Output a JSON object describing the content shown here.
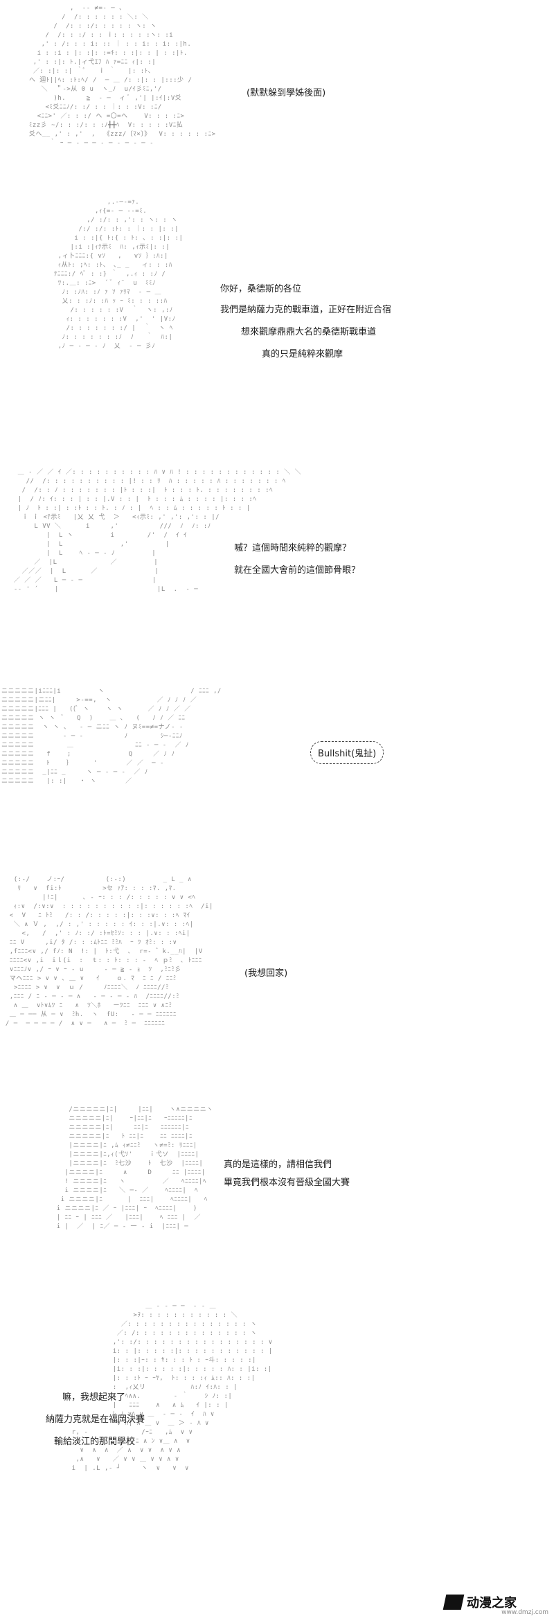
{
  "panels": [
    {
      "lines": [
        "(默默躲到學姊後面)"
      ],
      "art": [
        "            ,  -‐ ≠=‐ ─ 、",
        "          /  /: : : : : : ＼: ＼",
        "        /  /: : :/: : : : : ヽ: ヽ",
        "      /  /: : :/ : : ｉ: : : : :ヽ: :i",
        "     ,' : /: : : i: :: ｜ : : i: : i: :|h.",
        "    i : :i : |: :|: :=ｷ: : :|: : | : :|ﾄ.",
        "   ,' : :|: ﾄ.|ィ弋ｴﾌ ﾊ ｧ=ﾆﾆ ｨ|: :|",
        "   ／: :|: :| ｀ﾟ   ｉ ｀   |: :ﾄ、",
        "  ヘ 迴ﾄ||ﾍ: :ﾄ:ﾍ/ /  ─ ＿ /: :|: : |:::少 /",
        "     ＼  ＂‐>从 0 u  ヽ_ﾉ  u/ｲ彡ﾐﾆ,'/",
        "        )h.     ≧  ‐ ─  ィ ﾞ ,'| |:ｲ|:V爻",
        "      <ﾐ爻ﾆﾆﾉ/: :/ : : ｜: : :V: :ﾆ/",
        "    <ﾆﾆ>' ／: : :/ ヘ =〇=ヘ    V: : : :ﾆ>",
        "  ﾐzz彡 ~/: : :/: : :ﾉ╋╋ﾍ  V: : : : :Vﾆ払",
        "  爻ヘ__ ,' : ,'  ,  《zzz/〔ﾏ×〕》  V: : : : : :ﾆ>",
        "       ｀ ｰ ─ ‐ ─ ─ ‐ ─ ‐ ─ ‐ ─ ‐"
      ]
    },
    {
      "lines": [
        "你好，桑德斯的各位",
        "我們是納薩力克的戰車道，正好在附近合宿",
        "想來觀摩鼎鼎大名的桑德斯戰車道",
        "真的只是純粹來觀摩"
      ],
      "art": [
        "               ,.-─‐=ｧ.",
        "            ,ｨ{=- ─ -‐=ﾐ.",
        "          ,/ :/: : ,': : ヽ: : ヽ",
        "        /:/ :/: :ﾄ: : ｜: : |: :|",
        "       i : :|{ ﾄ:{ : ﾄ: ､ : :|: :|",
        "      |:i :|ｨﾃ示ﾐ  ﾊ: ,ｨ示ﾐ|: :|",
        "   ,ィ卜ﾆﾆﾆ:{ vｿ   ,   vｿ ｝:ﾊ:|",
        "   ｨ从ﾄ: ;ﾍ: :ﾄ、 ､_ _   ィ: : :ﾊ",
        "  ﾃﾆﾆﾆ:/ ﾍﾞ : :} ｀  ,.ｨ : :ﾉ /",
        "   ﾂ:.＿: :ﾆ>  ´ ﾞ ｨ¨  u  ﾐﾐﾉ",
        "    ﾉ: :ﾉﾊ: :ﾉ ｧ ｿ ｧﾘﾏ  ‐ ─ ＿",
        "    乂: : :ﾉ: :ﾊ ｯ ｰ ﾐ: : : ::ﾊ",
        "      /: : : : : :V  ｀  ヽ: ,:ﾉ",
        "     ｨ: : : : : : :V  ,'  ' |V:ﾉ",
        "     /: : : : : : :/ |  ｀  ヽ ﾍ",
        "    ﾉ: : : : : : :ﾉ  ﾉ   ｀  ﾊ:|",
        "   ,ﾉ ─ ‐ ─ ‐ ﾉ  乂  ‐ ─ 彡ﾉ"
      ]
    },
    {
      "lines": [
        "嘁？這個時間來純粹的觀摩？",
        "就在全國大會前的這個節骨眼？"
      ],
      "art": [
        "   ＿ ‐ ／ ／ ｲ ／: : : : : : : : : : ﾊ ∨ ﾊ ! : : : : : : : : : : : : ＼ ＼",
        "     //  /: : : : : : : : : : |! : : ﾘ  ﾊ : : : : : ﾊ : : : : : : : ﾍ",
        "    /  /: : ﾉ : : : : : : : |ﾄ : : :|  ﾄ : : : ﾄ. : : : : : : : :ﾍ",
        "   |  / ﾉ: ｲ: : : | : : |.V : : |  ﾄ : : : ﾑ : : : : |: : : :ﾍ",
        "   | ﾉ  ﾄ : :| : :ﾄ : : ﾄ. : ﾉ : |  ﾍ : : ﾑ : : : : : ﾄ : : |",
        "    ｉ ｉ <ﾃ示ﾐ   |乂 乂 弋  ＞   <ｨ示ﾐ: ,' ,': ,': : |/",
        "       L VV ＼      i     ,'          ///  ﾉ  ﾉ: :ﾉ",
        "          |  L ヽ         i        /'  /  ｲ ｲ",
        "          |  L              ,'         | ",
        "          |  L    ﾍ ‐ ─ ‐ ﾉ         |  ",
        "       ／  |L             ／         |  ",
        "    ／／／  |  L      ／              |  ",
        "  ／ ／ ／   L ─ ‐ ─                 |  ",
        "  -‐ ' ´    |                        |L  .  - ─"
      ]
    },
    {
      "lines": [],
      "bubble": "Bullshit(鬼扯)",
      "art": [
        "ニニニニニ|iﾆﾆﾆ|i         ヽ                     / ﾆﾆﾆ ,/",
        "ニニニニニ|ニﾆﾆ|     >‐==,  ヽ           ／ ﾉ ﾉ ﾉ ／",
        "ニニニニニ|ﾆﾆﾆ |   ((ﾞ ヽ    ヽ ヽ      ／ ﾉ ﾉ ／ ／",
        "ニニニニニ ヽ ヽ  ﾞ   Q  )    ＿ ､   (   ﾉ ﾉ ／ ﾆﾆ",
        "ニニニニニ  ヽ ヽ ､   ‐ ─ ニﾆﾆ ヽ ﾉ ヌﾐ==≠=ナノ- ‐",
        "ニニニニニ       ‐ ─ ‐          ﾉ        ｼ─‐ﾆﾆﾉ",
        "ニニニニニ        ＿               ﾆﾆ ‐ ─ ‐  ／ ﾉ",
        "ニニニニニ   f    ;              Q     ／ ﾉ ﾉ",
        "ニニニニニ   ﾄ    ｝     '       ／ ／  ─ ‐",
        "ニニニニニ  _|ﾆﾆ _     ヽ ─ ‐ ─ ‐  ／ ﾉ",
        "ニニニニニ   |: :|   ・ ヽ       ／"
      ]
    },
    {
      "lines": [
        "(我想回家)"
      ],
      "art": [
        "   (:-/    ノ:ｰ/          (:-:)         _ L _ ∧",
        "    ﾘ   ∨  fi:ﾄ          >セ ｧｱ: : : :ﾏ. ,ﾏ.",
        "          |!ﾆ|      ､ ‐ ｰ: : : /: : : : : ∨ ∨ <ﾍ",
        "   ｨ:∨  /:∨:∨  : : : : : : : : : :|: : : : : :ﾍ  /i|",
        "  <  V   ﾆ ﾄﾐ   /: : /: : : : :|: : :∨: : :ﾍ ﾏｲ",
        "   ＼ ∧ Ｖ ,  ,/ : ,' : : : : : ｲ: : :|.∨: : :ﾍ|",
        "     <,   /  ,' : ﾉ: :/ :ﾄ=ｾﾐｿ: : : |.∨: : :ﾍi|",
        "  ﾆﾆ V     ,i/ ﾀ /: : :ﾑﾄﾆﾆ ﾐﾐﾊ  ｰ ﾂ ｵﾐ: : :∨",
        "  ,fﾆﾆﾆ<∨ ,/ fﾉ: N  !: |  ﾄ:弋  ､  r=- ゛k.__ﾊ|  |V",
        "  ﾆﾆﾆﾆ<∨ ,i  iｌ(i  :  ｔ: : ﾄ: : : ‐  ﾍ ｐﾐ  ､ ﾄﾆﾆﾆ",
        "  ∨ﾆﾆﾆﾉ∨ ,/ ｰ ∨ ｰ ‐ u     ‐ ─ ≧ ‐ ｮ  ﾂ  ,ﾐﾆﾐ彡",
        "  マヘﾆﾆﾆ > ∨ ∨ ､ ＿ ∨   ｲ    ｏ. ﾏ  ﾆ ﾆ / ﾆﾆﾐ",
        "   >ﾆﾆﾆﾆ > ∨  ∨  ｕ /     ﾉﾆﾆﾆﾆ＼  ﾉ ﾆﾆﾆﾆ//ﾐ",
        "  ,ﾆﾆﾆ / ﾆ ‐ ─ ‐ ─ ∧   ‐ ─ ‐ ─ ‐ ﾊ  /ﾆﾆﾆﾆ//:ﾐ",
        "   ∧ ＿  ∨ﾄ∨ﾑﾂ ﾆ   ∧  ﾂ＼ﾎ   ーﾂﾆﾆ  ﾆﾆﾆ ∨ ∧ﾆﾐ",
        "  ＿ ─ ── 从 ─ ∨  ﾐh.  ヽ  fU:   ‐ ─ ─ ﾆﾆﾆﾆﾆﾆ",
        " / ─  ─ ─ ─ ─ /  ∧ ∨ ─   ∧ ─  ﾐ ─  ﾆﾆﾆﾆﾆﾆ"
      ]
    },
    {
      "lines": [
        "真的是這樣的，請相信我們",
        "畢竟我們根本沒有晉級全國大賽"
      ],
      "art": [
        "       /ニニニニニ|ﾆ|     |ﾆﾆ|    ヽ∧ニニニニヽ",
        "       ニニニニニ|ﾆ|    ｰ|ﾆﾆ|ﾆ   ｰﾆﾆﾆﾆﾆ|ﾆ",
        "       ニニニニニ|ﾆ|     ﾆﾆ|ﾆ   ﾆﾆﾆﾆﾆﾆ|ﾆ",
        "       ニニニニニ|ﾆ   ﾄ ﾆﾆ|ﾆ    ﾆﾆ ﾆﾆﾆﾆ|ﾆ",
        "       |ニニニニ|ﾆ ,ﾑ ｨ≠ﾆﾆﾐ   ヽ≠=ﾐ: ﾘﾆﾆﾆ|",
        "       |ニニニニ|ﾆ,ｨ(弋ｿ'    ｉ弋ソ  |ﾆﾆﾆﾆ|",
        "       |ニニニニ|ﾆ  ﾐ七沙    ﾄ  七沙  |ﾆﾆﾆﾆ|",
        "      |ニニニニ|ﾆ     ∧     D     ﾆﾆ |ﾆﾆﾆﾆ|",
        "      ! ニニニニ|ﾆ   ヽ         ／   ﾍﾆﾆﾆﾆ|ﾍ",
        "      i ニニニニ|ﾆ   ＼ ─‐ ／    ﾍﾆﾆﾆﾆ|  ﾍ",
        "     i ニニニニ|ﾆ      |  ﾆﾆﾆ|    ﾍﾆﾆﾆﾆ|   ﾍ",
        "    i ニニニニ|ﾆ ／ ｰ |ﾆﾆﾆ| ｰ  ﾍﾆﾆﾆﾆ|    )",
        "    | ﾆﾆ ｰ | ﾆﾆﾆ ／   |ﾆﾆﾆ|    ﾍ ﾆﾆﾆ |  ／",
        "    i |  ／  | ﾆ／ ─ ‐ 一 ‐ i  |ﾆﾆﾆ| ─ "
      ]
    },
    {
      "lines": [
        "嘛，我想起來了",
        "納薩力克就是在福岡決賽",
        "輸給淡江的那間學校"
      ],
      "art": [
        "                      ＿ ‐ ‐ ─ ─  ‐ ‐ ＿",
        "                   >ｦ: : : : : : : : : : : ＼",
        "                ／: : : : : : : : : : : : : : : ヽ",
        "               ／: /: : : : : : : : : : : : : : ヽ",
        "              ,': :/: : : : : : : : : : : : : : : : ∨",
        "              i: : |: : : : :|: : : : : : : : : : : |",
        "              |: : :|ｰ: : ﾔ: : : ﾄ : ｰ斗: : : : :|",
        "              |i: : :|: : : : :|: : : : : ﾊ: : |i: :|",
        "              |: : :ﾄ ｰ ｰﾔ,  ﾄ: : : :ｨ ﾑ:: ﾊ: : :|",
        "              :  ,ｨ乂リ           ﾊ:ﾉ ｲ:ﾊ: : |",
        "              |  ﾍ∧∧.        ‐ ｀    ｼ ﾉ: :|",
        "              |   ﾆﾆﾆ    ∧   ∧ ﾑ   ｲ |: : |",
        "              ﾚ ﾉ ∨ﾍ ∨ ＿  ‐ ─ ‐  ｲ  ﾊ ∨",
        "               ∨ ﾊ| ∧ ＿ ∨  ＿ ＞ ‐ ﾊ ∨",
        "    r, ‐             /ｰﾆ   ,ﾑ  ∨ ∨",
        "     ∨    ,      ／ ﾆ ∧ ﾝ ∨＿ ∧  ∨",
        "      ∨  ∧  ∧  ／ ∧  ∨ ∨  ∧ ∨ ∧",
        "     ,∧   ∨   ／ ∨ ∨ ＿ ∨ ∨ ∧ ∨",
        "    i  | .L ,- ┘     ヽ  ∨   ∨  ∨"
      ]
    }
  ],
  "watermark": {
    "brand": "动漫之家",
    "sub": "www.dmzj.com"
  }
}
